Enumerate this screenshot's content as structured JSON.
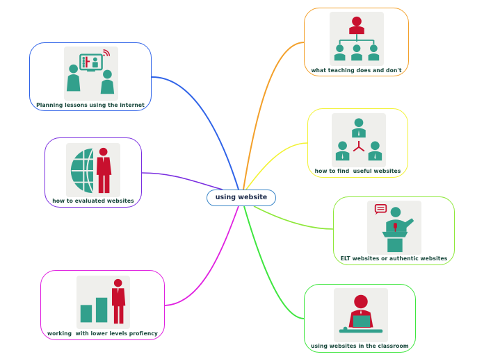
{
  "diagram": {
    "type": "mind-map",
    "central_topic": "using website",
    "branches": [
      {
        "id": "planning",
        "label": "Planning lessons using the internet",
        "side": "left",
        "color": "#2f63e8",
        "icon": "two-people-video-call-icon"
      },
      {
        "id": "evaluated",
        "label": "how to evaluated websites",
        "side": "left",
        "color": "#7a2ee0",
        "icon": "globe-businessman-icon"
      },
      {
        "id": "lower",
        "label": "working  with lower levels profiency",
        "side": "left",
        "color": "#e020e0",
        "icon": "bar-chart-businessman-icon"
      },
      {
        "id": "teaching",
        "label": "what teaching does and don't",
        "side": "right",
        "color": "#f3a02a",
        "icon": "org-chart-hierarchy-icon"
      },
      {
        "id": "find",
        "label": "how to find  useful websites",
        "side": "right",
        "color": "#f2f233",
        "icon": "three-people-network-icon"
      },
      {
        "id": "elt",
        "label": "ELT websites or authentic websites",
        "side": "right",
        "color": "#8ee83a",
        "icon": "speaker-at-podium-icon"
      },
      {
        "id": "classroom",
        "label": "using websites in the classroom",
        "side": "right",
        "color": "#3fe63f",
        "icon": "person-at-laptop-icon"
      }
    ]
  },
  "colors": {
    "icon_teal": "#32a08c",
    "icon_red": "#c8102e",
    "icon_bg": "#efefec",
    "label_text": "#16463a",
    "central_border": "#3a86c8",
    "central_text": "#1c2a4a"
  }
}
